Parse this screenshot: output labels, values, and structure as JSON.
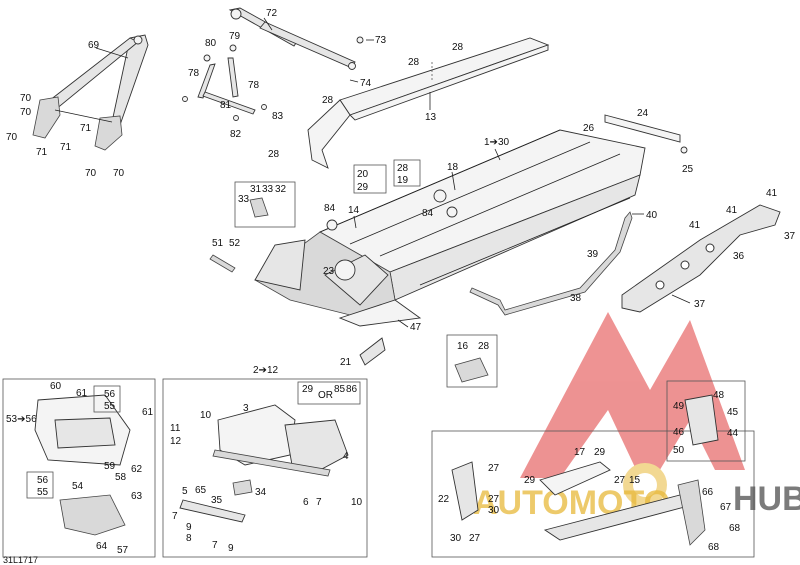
{
  "diagram_code": "31L1717",
  "watermark": {
    "text_auto": "AUTOMOTO",
    "text_hub": "HUB"
  },
  "colors": {
    "watermark_red": "#e03a3a",
    "watermark_gold": "#e8b93a",
    "line": "#222222"
  },
  "labels": {
    "l1_30": "1➔30",
    "l2_12": "2➔12",
    "l53_56": "53➔56",
    "n3": "3",
    "n4": "4",
    "n5": "5",
    "n6": "6",
    "n7a": "7",
    "n7b": "7",
    "n7c": "7",
    "n8": "8",
    "n9a": "9",
    "n9b": "9",
    "n10a": "10",
    "n10b": "10",
    "n11": "11",
    "n12": "12",
    "n13": "13",
    "n14": "14",
    "n15": "15",
    "n16": "16",
    "n17": "17",
    "n18": "18",
    "n19": "19",
    "n20": "20",
    "n21": "21",
    "n22": "22",
    "n23": "23",
    "n24": "24",
    "n25": "25",
    "n26": "26",
    "n27a": "27",
    "n27b": "27",
    "n27c": "27",
    "n27d": "27",
    "n28a": "28",
    "n28b": "28",
    "n28c": "28",
    "n28d": "28",
    "n28e": "28",
    "n28f": "28",
    "n29a": "29",
    "n29b": "29",
    "n29c": "29",
    "n29d": "29",
    "n30a": "30",
    "n30b": "30",
    "n31": "31",
    "n32": "32",
    "n33a": "33",
    "n33b": "33",
    "n34": "34",
    "n35": "35",
    "n36": "36",
    "n37a": "37",
    "n37b": "37",
    "n38": "38",
    "n39": "39",
    "n40": "40",
    "n41a": "41",
    "n41b": "41",
    "n41c": "41",
    "n44": "44",
    "n45": "45",
    "n46": "46",
    "n47": "47",
    "n48": "48",
    "n49": "49",
    "n50": "50",
    "n51": "51",
    "n52": "52",
    "n54": "54",
    "n55a": "55",
    "n55b": "55",
    "n56a": "56",
    "n56b": "56",
    "n57": "57",
    "n58": "58",
    "n59": "59",
    "n60": "60",
    "n61a": "61",
    "n61b": "61",
    "n62": "62",
    "n63": "63",
    "n64": "64",
    "n65": "65",
    "n66": "66",
    "n67": "67",
    "n68a": "68",
    "n68b": "68",
    "n69": "69",
    "n70a": "70",
    "n70b": "70",
    "n70c": "70",
    "n70d": "70",
    "n70e": "70",
    "n71a": "71",
    "n71b": "71",
    "n71c": "71",
    "n72": "72",
    "n73": "73",
    "n74": "74",
    "n78a": "78",
    "n78b": "78",
    "n79": "79",
    "n80": "80",
    "n81": "81",
    "n82": "82",
    "n83": "83",
    "n84a": "84",
    "n84b": "84",
    "or_label": "OR",
    "n85": "85",
    "n86": "86"
  }
}
